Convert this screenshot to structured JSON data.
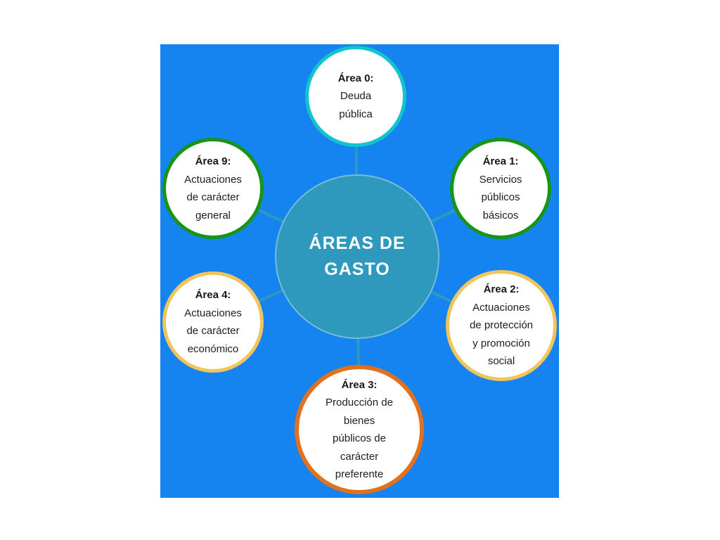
{
  "diagram": {
    "background_color": "#1583F0",
    "connector_color": "#2E99BD",
    "center": {
      "label": "ÁREAS DE\nGASTO",
      "fill_color": "#2E99BD",
      "text_color": "#FFFFFF"
    },
    "nodes": [
      {
        "id": "area-0",
        "title": "Área 0:",
        "body": "Deuda\npública",
        "border_color": "#12C4CE",
        "position": "top"
      },
      {
        "id": "area-1",
        "title": "Área 1:",
        "body": "Servicios\npúblicos\nbásicos",
        "border_color": "#189418",
        "position": "top-right"
      },
      {
        "id": "area-2",
        "title": "Área 2:",
        "body": "Actuaciones\nde protección\ny promoción\nsocial",
        "border_color": "#F2C45C",
        "position": "right"
      },
      {
        "id": "area-3",
        "title": "Área 3:",
        "body": "Producción de\nbienes\npúblicos de\ncarácter\npreferente",
        "border_color": "#E2711E",
        "position": "bottom"
      },
      {
        "id": "area-4",
        "title": "Área 4:",
        "body": "Actuaciones\nde carácter\neconómico",
        "border_color": "#F2C45C",
        "position": "bottom-left"
      },
      {
        "id": "area-9",
        "title": "Área 9:",
        "body": "Actuaciones\nde carácter\ngeneral",
        "border_color": "#189418",
        "position": "top-left"
      }
    ]
  }
}
